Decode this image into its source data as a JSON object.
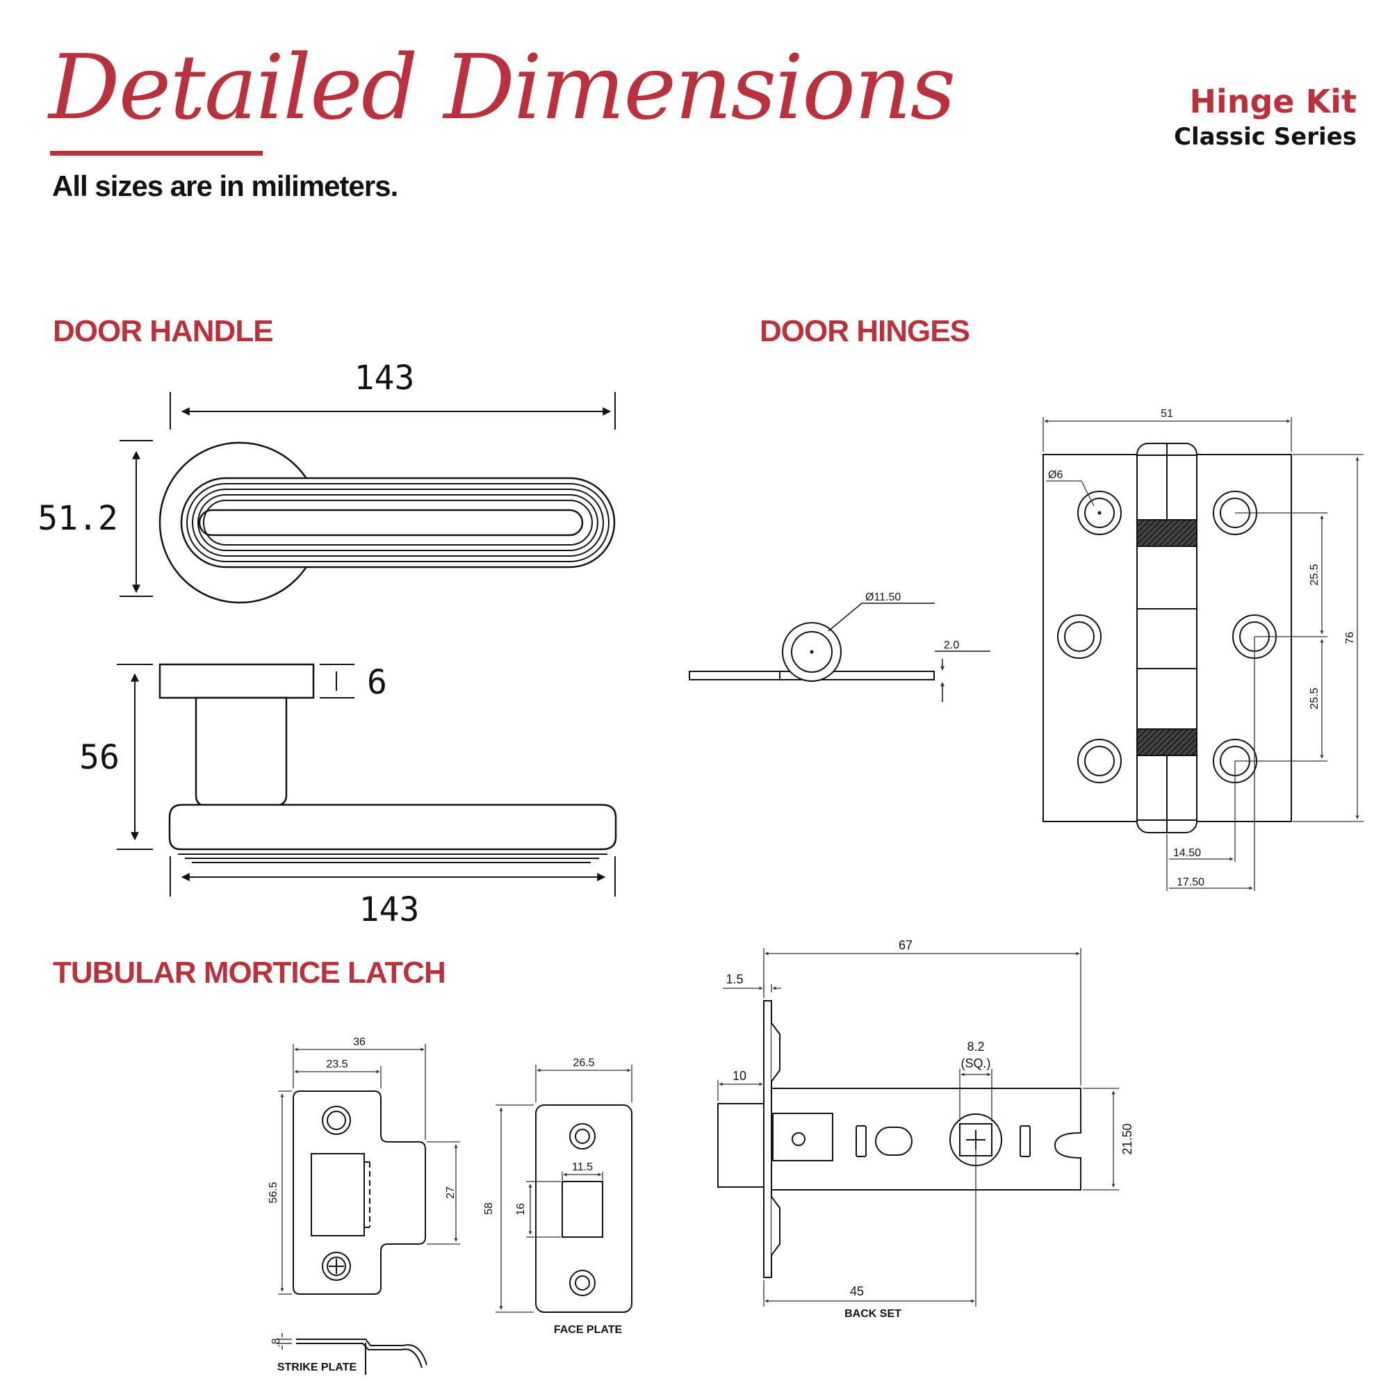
{
  "header": {
    "title": "Detailed Dimensions",
    "subtitle": "All sizes are in milimeters.",
    "product_name": "Hinge Kit",
    "product_series": "Classic Series"
  },
  "sections": {
    "door_handle": "DOOR HANDLE",
    "door_hinges": "DOOR HINGES",
    "latch": "TUBULAR MORTICE LATCH"
  },
  "handle": {
    "dim_length_top": "143",
    "dim_rose_height": "51.2",
    "dim_rose_thickness": "6",
    "dim_side_height": "56",
    "dim_length_bottom": "143"
  },
  "hinge": {
    "dim_width": "51",
    "dim_hole": "Ø6",
    "dim_knuckle": "Ø11.50",
    "dim_thickness": "2.0",
    "dim_spacing_1": "25.5",
    "dim_spacing_2": "25.5",
    "dim_height": "76",
    "dim_offset_1": "14.50",
    "dim_offset_2": "17.50"
  },
  "latch": {
    "strike_width": "36",
    "strike_inner_width": "23.5",
    "strike_height": "56.5",
    "strike_tab_height": "27",
    "strike_thickness": ".8",
    "strike_label": "STRIKE PLATE",
    "face_width": "26.5",
    "face_height": "58",
    "face_slot_width": "11.5",
    "face_slot_height": "16",
    "face_label": "FACE PLATE",
    "body_length": "67",
    "plate_thickness": "1.5",
    "spindle_size": "8.2",
    "spindle_note": "(SQ.)",
    "bolt_projection": "10",
    "body_height": "21.50",
    "backset": "45",
    "backset_label": "BACK SET"
  }
}
